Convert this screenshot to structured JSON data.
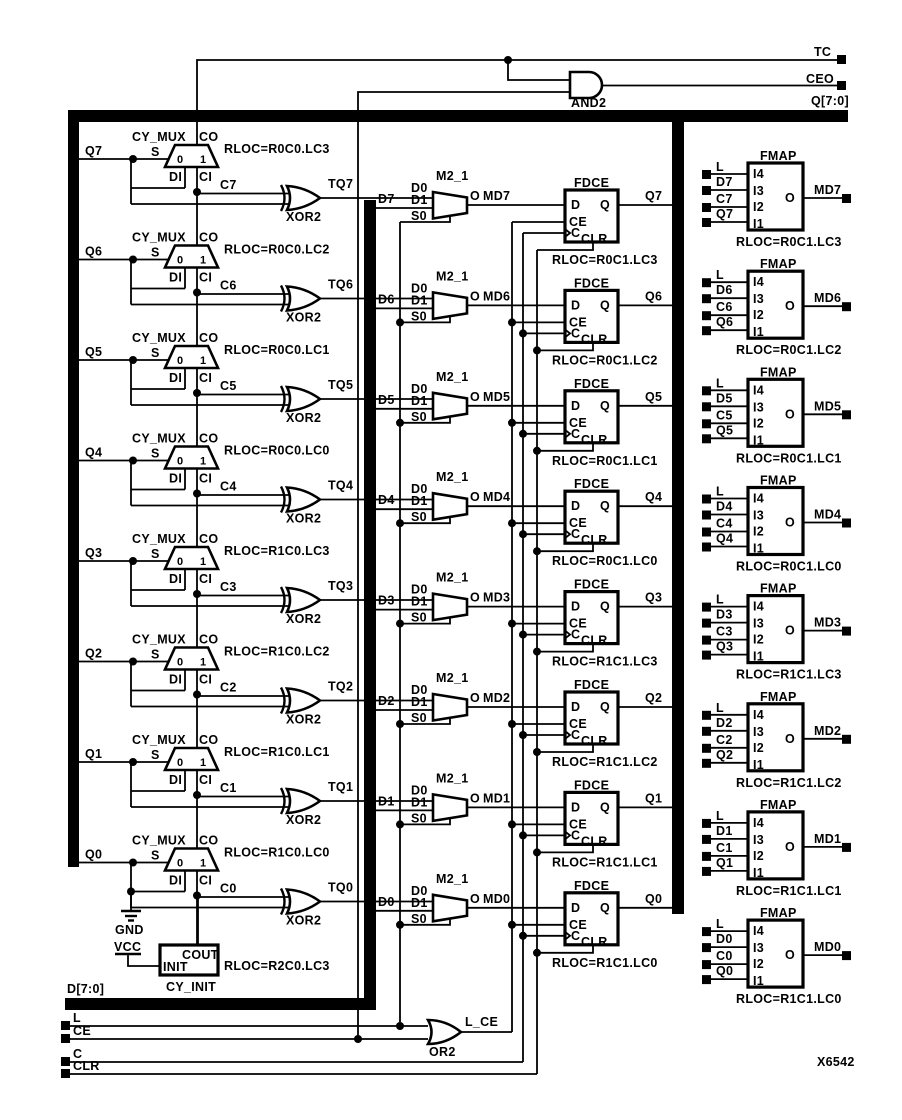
{
  "figure": {
    "id": "X6542"
  },
  "colors": {
    "ink": "#000000",
    "paper": "#ffffff"
  },
  "top": {
    "tc": "TC",
    "ceo": "CEO",
    "and2": "AND2",
    "q_bus": "Q[7:0]"
  },
  "shared": {
    "cy_mux": "CY_MUX",
    "co": "CO",
    "s": "S",
    "zero": "0",
    "one": "1",
    "di": "DI",
    "ci": "CI",
    "xor2": "XOR2",
    "m2_1": "M2_1",
    "d0": "D0",
    "d1": "D1",
    "s0": "S0",
    "o": "O",
    "fdce": "FDCE",
    "d": "D",
    "ce": "CE",
    "c": "C",
    "clr": "CLR",
    "q": "Q",
    "fmap": "FMAP",
    "i4": "I4",
    "i3": "I3",
    "i2": "I2",
    "i1": "I1",
    "l": "L"
  },
  "rows": [
    {
      "q": "Q7",
      "cy_rloc": "RLOC=R0C0.LC3",
      "c": "C7",
      "tq": "TQ7",
      "d": "D7",
      "md": "MD7",
      "ff_rloc": "RLOC=R0C1.LC3",
      "fmap_rloc": "RLOC=R0C1.LC3"
    },
    {
      "q": "Q6",
      "cy_rloc": "RLOC=R0C0.LC2",
      "c": "C6",
      "tq": "TQ6",
      "d": "D6",
      "md": "MD6",
      "ff_rloc": "RLOC=R0C1.LC2",
      "fmap_rloc": "RLOC=R0C1.LC2"
    },
    {
      "q": "Q5",
      "cy_rloc": "RLOC=R0C0.LC1",
      "c": "C5",
      "tq": "TQ5",
      "d": "D5",
      "md": "MD5",
      "ff_rloc": "RLOC=R0C1.LC1",
      "fmap_rloc": "RLOC=R0C1.LC1"
    },
    {
      "q": "Q4",
      "cy_rloc": "RLOC=R0C0.LC0",
      "c": "C4",
      "tq": "TQ4",
      "d": "D4",
      "md": "MD4",
      "ff_rloc": "RLOC=R0C1.LC0",
      "fmap_rloc": "RLOC=R0C1.LC0"
    },
    {
      "q": "Q3",
      "cy_rloc": "RLOC=R1C0.LC3",
      "c": "C3",
      "tq": "TQ3",
      "d": "D3",
      "md": "MD3",
      "ff_rloc": "RLOC=R1C1.LC3",
      "fmap_rloc": "RLOC=R1C1.LC3"
    },
    {
      "q": "Q2",
      "cy_rloc": "RLOC=R1C0.LC2",
      "c": "C2",
      "tq": "TQ2",
      "d": "D2",
      "md": "MD2",
      "ff_rloc": "RLOC=R1C1.LC2",
      "fmap_rloc": "RLOC=R1C1.LC2"
    },
    {
      "q": "Q1",
      "cy_rloc": "RLOC=R1C0.LC1",
      "c": "C1",
      "tq": "TQ1",
      "d": "D1",
      "md": "MD1",
      "ff_rloc": "RLOC=R1C1.LC1",
      "fmap_rloc": "RLOC=R1C1.LC1"
    },
    {
      "q": "Q0",
      "cy_rloc": "RLOC=R1C0.LC0",
      "c": "C0",
      "tq": "TQ0",
      "d": "D0",
      "md": "MD0",
      "ff_rloc": "RLOC=R1C1.LC0",
      "fmap_rloc": "RLOC=R1C1.LC0"
    }
  ],
  "bottom": {
    "gnd": "GND",
    "vcc": "VCC",
    "cout": "COUT",
    "init": "INIT",
    "cy_init": "CY_INIT",
    "init_rloc": "RLOC=R2C0.LC3",
    "d_bus": "D[7:0]",
    "l": "L",
    "ce": "CE",
    "c": "C",
    "clr": "CLR",
    "or2": "OR2",
    "l_ce": "L_CE"
  }
}
